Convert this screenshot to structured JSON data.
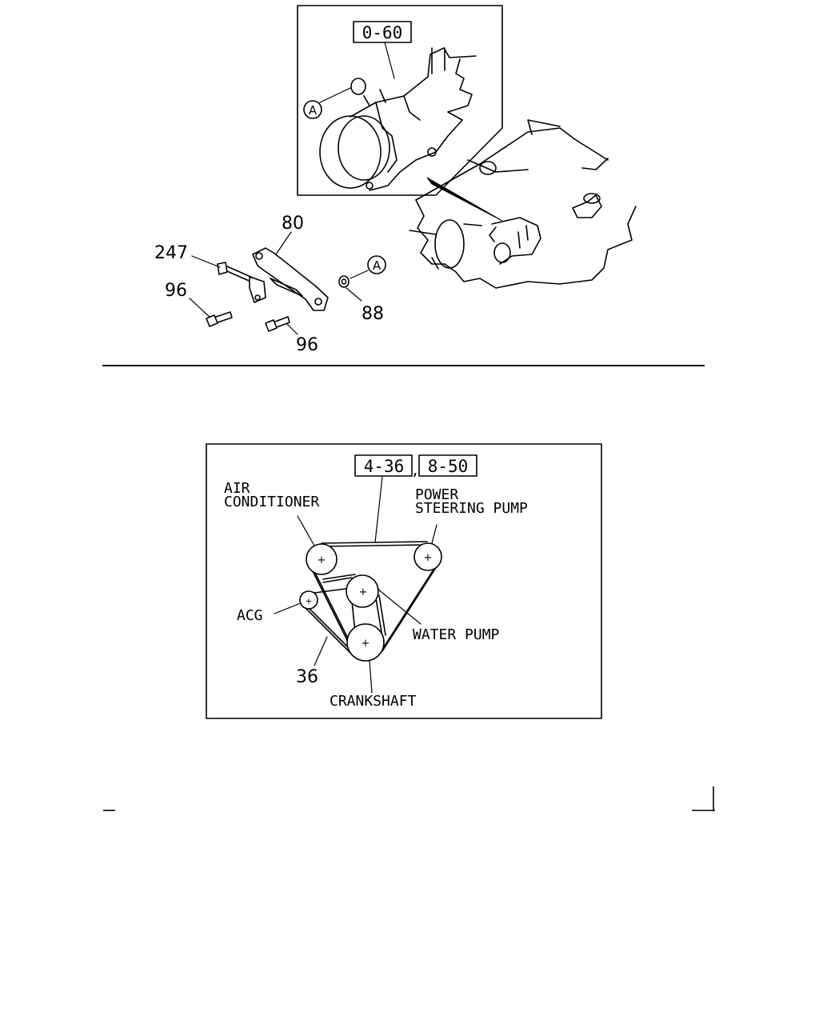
{
  "upper_diagram": {
    "inset_ref": "0-60",
    "callout_a_inset": "A",
    "callout_a_bracket": "A",
    "parts": {
      "bracket": "80",
      "adjust_bolt": "247",
      "bolt_left": "96",
      "bolt_right": "96",
      "washer": "88"
    }
  },
  "belt_diagram": {
    "ref_1": "4-36",
    "ref_separator": ",",
    "ref_2": "8-50",
    "labels": {
      "air_conditioner_line1": "AIR",
      "air_conditioner_line2": "CONDITIONER",
      "power_steering_line1": "POWER",
      "power_steering_line2": "STEERING PUMP",
      "acg": "ACG",
      "water_pump": "WATER PUMP",
      "crankshaft": "CRANKSHAFT",
      "belt_part": "36"
    }
  }
}
